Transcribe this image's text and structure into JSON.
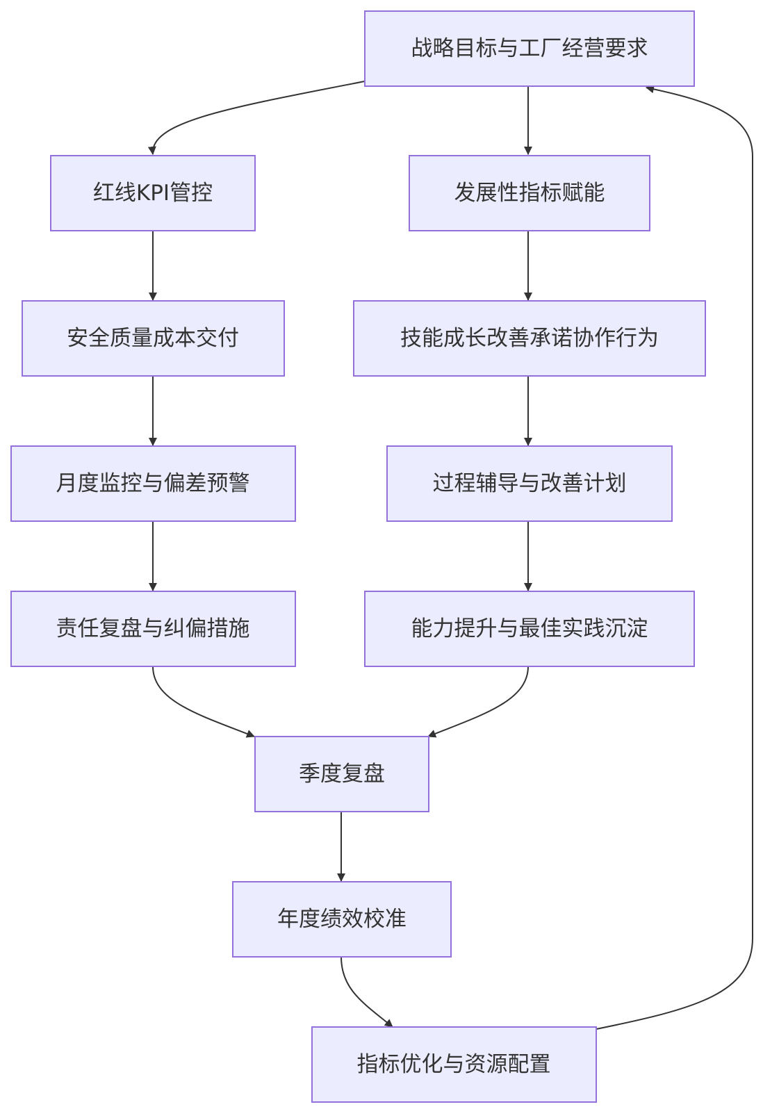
{
  "diagram": {
    "nodes": {
      "strategy": "战略目标与工厂经营要求",
      "redline_kpi": "红线KPI管控",
      "development": "发展性指标赋能",
      "sqcd": "安全质量成本交付",
      "skills": "技能成长改善承诺协作行为",
      "monthly_monitor": "月度监控与偏差预警",
      "coaching": "过程辅导与改善计划",
      "accountability": "责任复盘与纠偏措施",
      "capability": "能力提升与最佳实践沉淀",
      "quarterly_review": "季度复盘",
      "annual_calibration": "年度绩效校准",
      "optimization": "指标优化与资源配置"
    }
  },
  "colors": {
    "node_fill": "#ECECFF",
    "node_stroke": "#9370DB",
    "text": "#333333",
    "edge": "#333333"
  }
}
